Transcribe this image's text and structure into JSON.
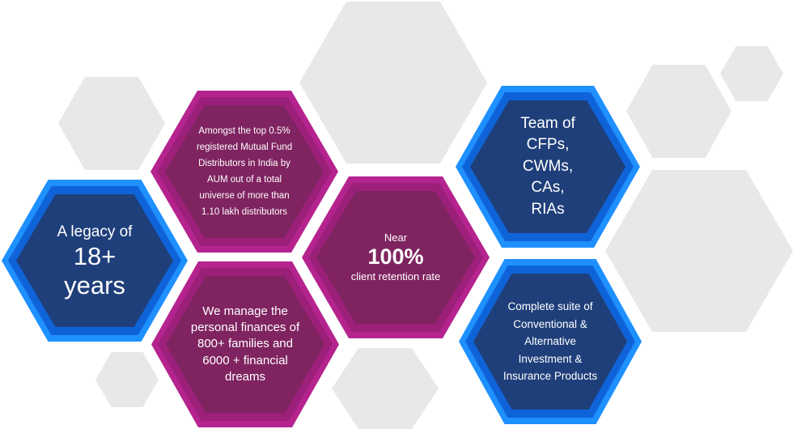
{
  "cards": {
    "legacy": {
      "line1": "A legacy of",
      "line2": "18+ years"
    },
    "top_distributors": {
      "text": "Amongst the top 0.5% registered Mutual Fund Distributors in India by AUM out of a total universe of more than 1.10 lakh distributors"
    },
    "families": {
      "text": "We manage the personal finances of 800+ families and 6000 + financial dreams"
    },
    "retention": {
      "line1": "Near",
      "line2": "100%",
      "line3": "client retention rate"
    },
    "team": {
      "text": "Team of CFPs, CWMs, CAs, RIAs"
    },
    "suite": {
      "text": "Complete suite of Conventional & Alternative Investment & Insurance Products"
    }
  },
  "colors": {
    "blue_accent": "#1e90ff",
    "blue_fill": "#1f3f7a",
    "purple_accent": "#b5248e",
    "purple_fill": "#7f2460",
    "background_hex": "#e8e8e8"
  }
}
